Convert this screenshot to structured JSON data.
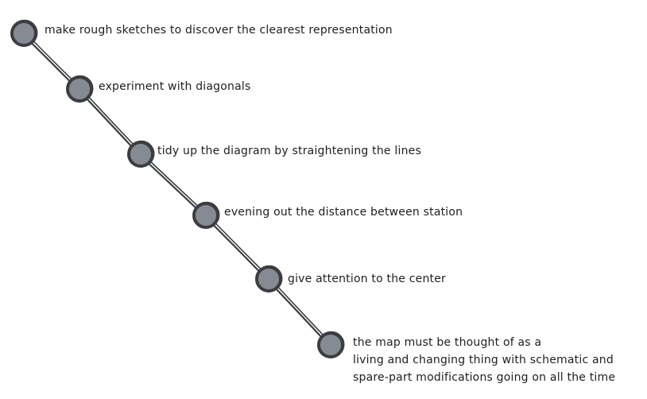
{
  "colors": {
    "stroke": "#3b3d40",
    "station_fill": "#868b93",
    "text": "#1e1e1e"
  },
  "steps": [
    {
      "lines": [
        "make rough sketches to discover the clearest representation"
      ]
    },
    {
      "lines": [
        "experiment with diagonals"
      ]
    },
    {
      "lines": [
        "tidy up the diagram by straightening the lines"
      ]
    },
    {
      "lines": [
        "evening out the distance between station"
      ]
    },
    {
      "lines": [
        "give attention to the center"
      ]
    },
    {
      "lines": [
        "the map must be thought of as a",
        "living and changing thing with schematic and",
        "spare-part modifications going on all the time"
      ]
    }
  ]
}
